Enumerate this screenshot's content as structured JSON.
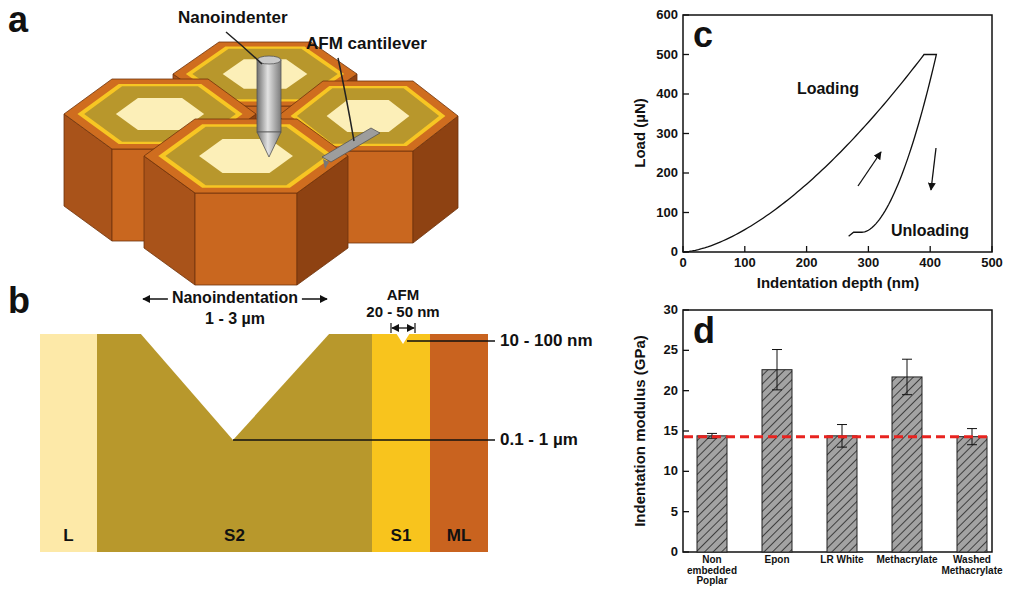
{
  "diagram": {
    "nodes": [
      {
        "text": [
          "L"
        ]
      },
      {
        "text": [
          "S2"
        ]
      },
      {
        "text": [
          "S1"
        ]
      },
      {
        "text": [
          "ML"
        ]
      }
    ],
    "labels": [
      "a",
      "Nanoindenter",
      "AFM cantilever",
      "b",
      "Nanoindentation",
      "1 - 3 µm",
      "AFM",
      "20 - 50 nm",
      "10 - 100 nm",
      "0.1 - 1 µm",
      "c",
      "Load (µN)",
      "Indentation depth (nm)",
      "Loading",
      "Unloading",
      "0",
      "100",
      "200",
      "300",
      "400",
      "500",
      "600",
      "0",
      "100",
      "200",
      "300",
      "400",
      "500",
      "d",
      "Indentation modulus (GPa)",
      "0",
      "5",
      "10",
      "15",
      "20",
      "25",
      "30",
      "Non embedded Poplar",
      "Epon",
      "LR White",
      "Methacrylate",
      "Washed Methacrylate"
    ]
  }
}
